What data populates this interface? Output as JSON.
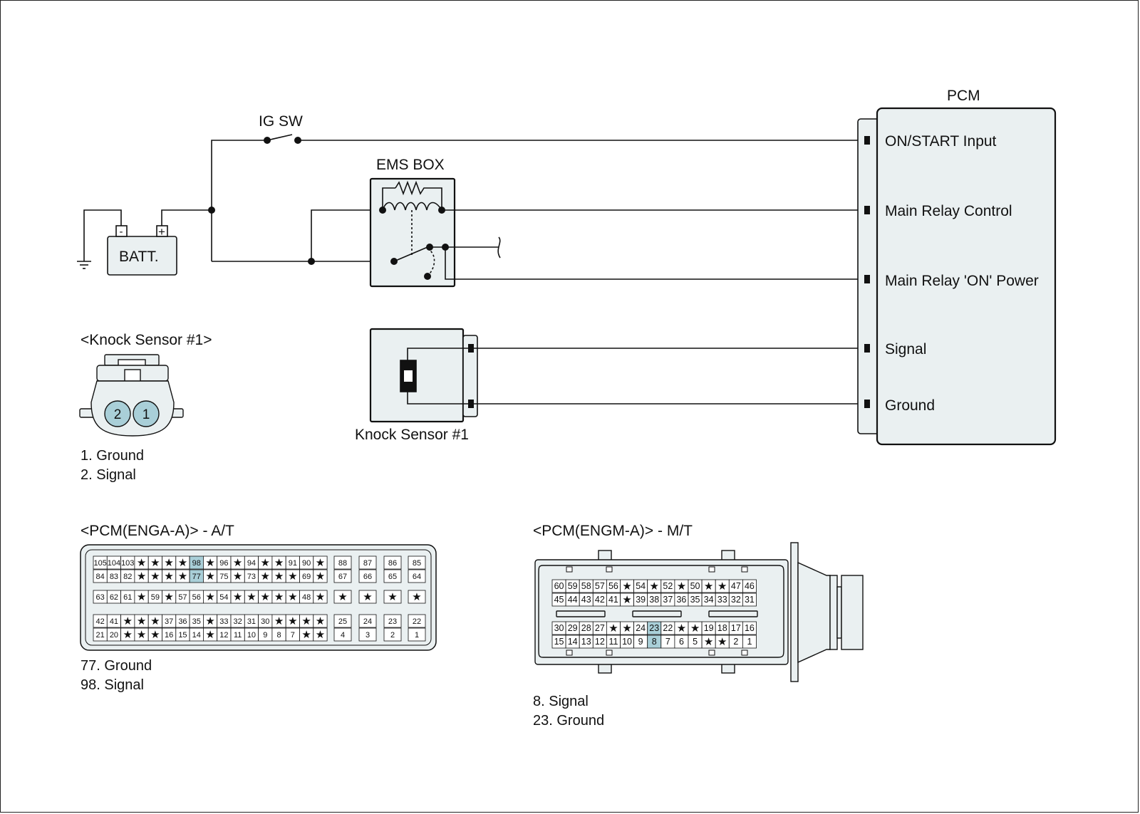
{
  "circuit": {
    "ig_sw_label": "IG SW",
    "ems_box_label": "EMS BOX",
    "batt_label": "BATT.",
    "batt_neg": "-",
    "batt_pos": "+",
    "pcm_label": "PCM",
    "pcm_pins": [
      "ON/START Input",
      "Main Relay Control",
      "Main Relay 'ON' Power",
      "Signal",
      "Ground"
    ],
    "sensor_label": "Knock Sensor #1"
  },
  "knock_connector": {
    "title": "<Knock Sensor #1>",
    "pins": [
      "2",
      "1"
    ],
    "legend": [
      "1. Ground",
      "2. Signal"
    ],
    "highlight_color": "#a9cfd8"
  },
  "pcm_at": {
    "title": "<PCM(ENGA-A)> - A/T",
    "rows": [
      [
        "105",
        "104",
        "103",
        "*",
        "*",
        "*",
        "*",
        "98",
        "*",
        "96",
        "*",
        "94",
        "*",
        "*",
        "91",
        "90",
        "*"
      ],
      [
        "84",
        "83",
        "82",
        "*",
        "*",
        "*",
        "*",
        "77",
        "*",
        "75",
        "*",
        "73",
        "*",
        "*",
        "*",
        "69",
        "*"
      ],
      [
        "63",
        "62",
        "61",
        "*",
        "59",
        "*",
        "57",
        "56",
        "*",
        "54",
        "*",
        "*",
        "*",
        "*",
        "*",
        "48",
        "*"
      ],
      [
        "42",
        "41",
        "*",
        "*",
        "*",
        "37",
        "36",
        "35",
        "*",
        "33",
        "32",
        "31",
        "30",
        "*",
        "*",
        "*",
        "*"
      ],
      [
        "21",
        "20",
        "*",
        "*",
        "*",
        "16",
        "15",
        "14",
        "*",
        "12",
        "11",
        "10",
        "9",
        "8",
        "7",
        "*",
        "*"
      ]
    ],
    "side_cols": [
      [
        "88",
        "67",
        "*",
        "25",
        "4"
      ],
      [
        "87",
        "66",
        "*",
        "24",
        "3"
      ],
      [
        "86",
        "65",
        "*",
        "23",
        "2"
      ],
      [
        "85",
        "64",
        "*",
        "22",
        "1"
      ]
    ],
    "highlight": [
      "98",
      "77"
    ],
    "legend": [
      "77. Ground",
      "98. Signal"
    ]
  },
  "pcm_mt": {
    "title": "<PCM(ENGM-A)> - M/T",
    "rows": [
      [
        "60",
        "59",
        "58",
        "57",
        "56",
        "*",
        "54",
        "*",
        "52",
        "*",
        "50",
        "*",
        "*",
        "47",
        "46"
      ],
      [
        "45",
        "44",
        "43",
        "42",
        "41",
        "*",
        "39",
        "38",
        "37",
        "36",
        "35",
        "34",
        "33",
        "32",
        "31"
      ],
      [
        "30",
        "29",
        "28",
        "27",
        "*",
        "*",
        "24",
        "23",
        "22",
        "*",
        "*",
        "19",
        "18",
        "17",
        "16"
      ],
      [
        "15",
        "14",
        "13",
        "12",
        "11",
        "10",
        "9",
        "8",
        "7",
        "6",
        "5",
        "*",
        "*",
        "2",
        "1"
      ]
    ],
    "highlight": [
      "23",
      "8"
    ],
    "legend": [
      "8. Signal",
      "23. Ground"
    ]
  }
}
